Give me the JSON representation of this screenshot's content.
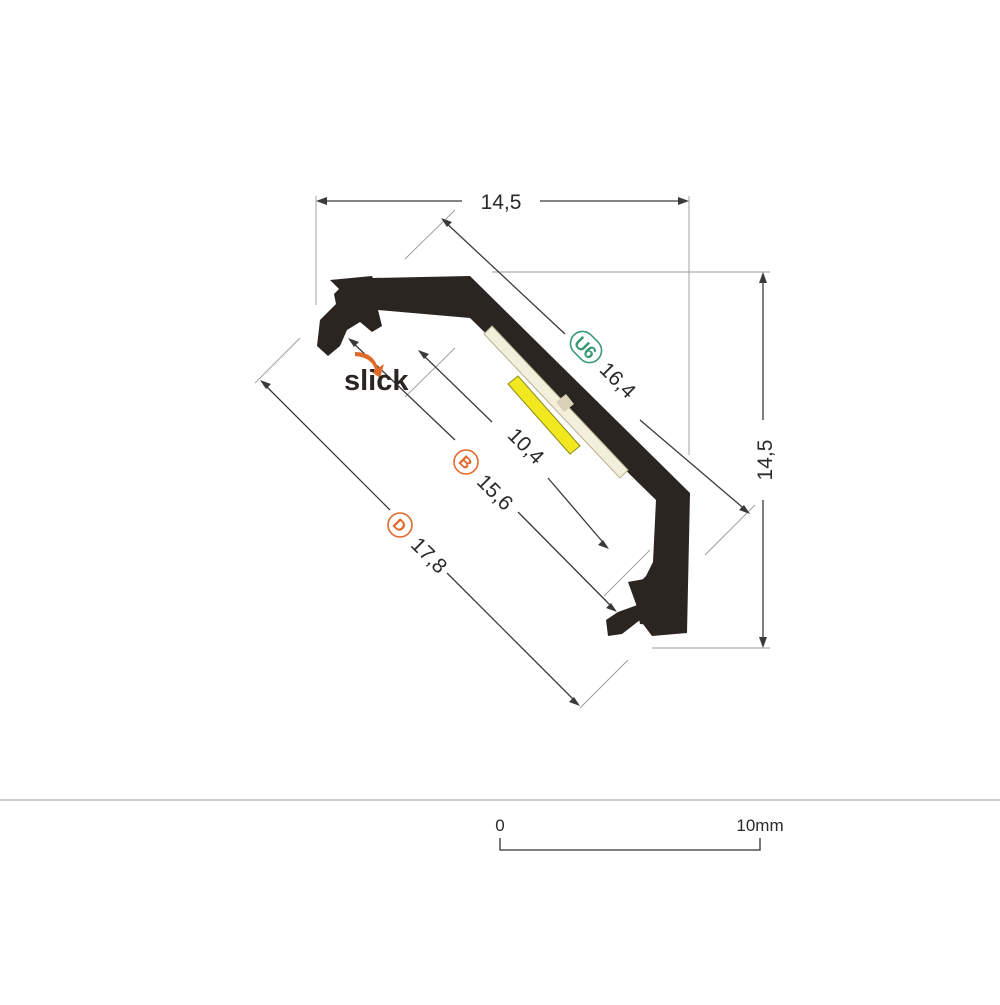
{
  "colors": {
    "profile": "#2b2522",
    "led_strip": "#f2e81f",
    "diffuser_base": "#f2efda",
    "dimension": "#333333",
    "badge_u6": "#3a9a73",
    "badge_b": "#e06a2a",
    "badge_d": "#e06a2a",
    "logo_arrow": "#e06a2a"
  },
  "logo": {
    "text": "slick"
  },
  "dimensions": {
    "top_width": "14,5",
    "right_height": "14,5",
    "diffuser_length": "16,4",
    "led_length": "10,4",
    "inner_width": "15,6",
    "outer_width": "17,8"
  },
  "badges": {
    "u6": "U6",
    "b": "B",
    "d": "D"
  },
  "scale": {
    "start_label": "0",
    "end_label": "10mm"
  }
}
